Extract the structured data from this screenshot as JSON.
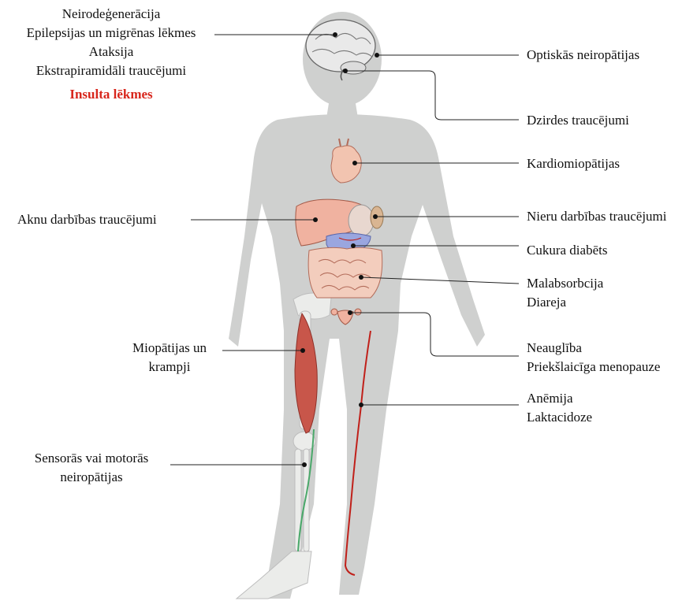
{
  "labels": {
    "brain": [
      "Neirodeģenerācija",
      "Epilepsijas un migrēnas lēkmes",
      "Ataksija",
      "Ekstrapiramidāli traucējumi"
    ],
    "brain_highlight": "Insulta lēkmes",
    "optic": "Optiskās neiropātijas",
    "hearing": "Dzirdes traucējumi",
    "heart": "Kardiomiopātijas",
    "liver": "Aknu darbības traucējumi",
    "kidney": "Nieru darbības traucējumi",
    "diabetes": "Cukura diabēts",
    "gut": [
      "Malabsorbcija",
      "Diareja"
    ],
    "reproductive": [
      "Neauglība",
      "Priekšlaicīga menopauze"
    ],
    "muscle": [
      "Miopātijas un",
      "krampji"
    ],
    "blood": [
      "Anēmija",
      "Laktacidoze"
    ],
    "nerve": [
      "Sensorās vai motorās",
      "neiropātijas"
    ]
  },
  "colors": {
    "highlight": "#d8261c",
    "body": "#cfd0cf",
    "organ": "#f2c4b0",
    "muscle": "#c8564a",
    "vessel": "#c0201a",
    "nerve": "#4aa86a"
  }
}
